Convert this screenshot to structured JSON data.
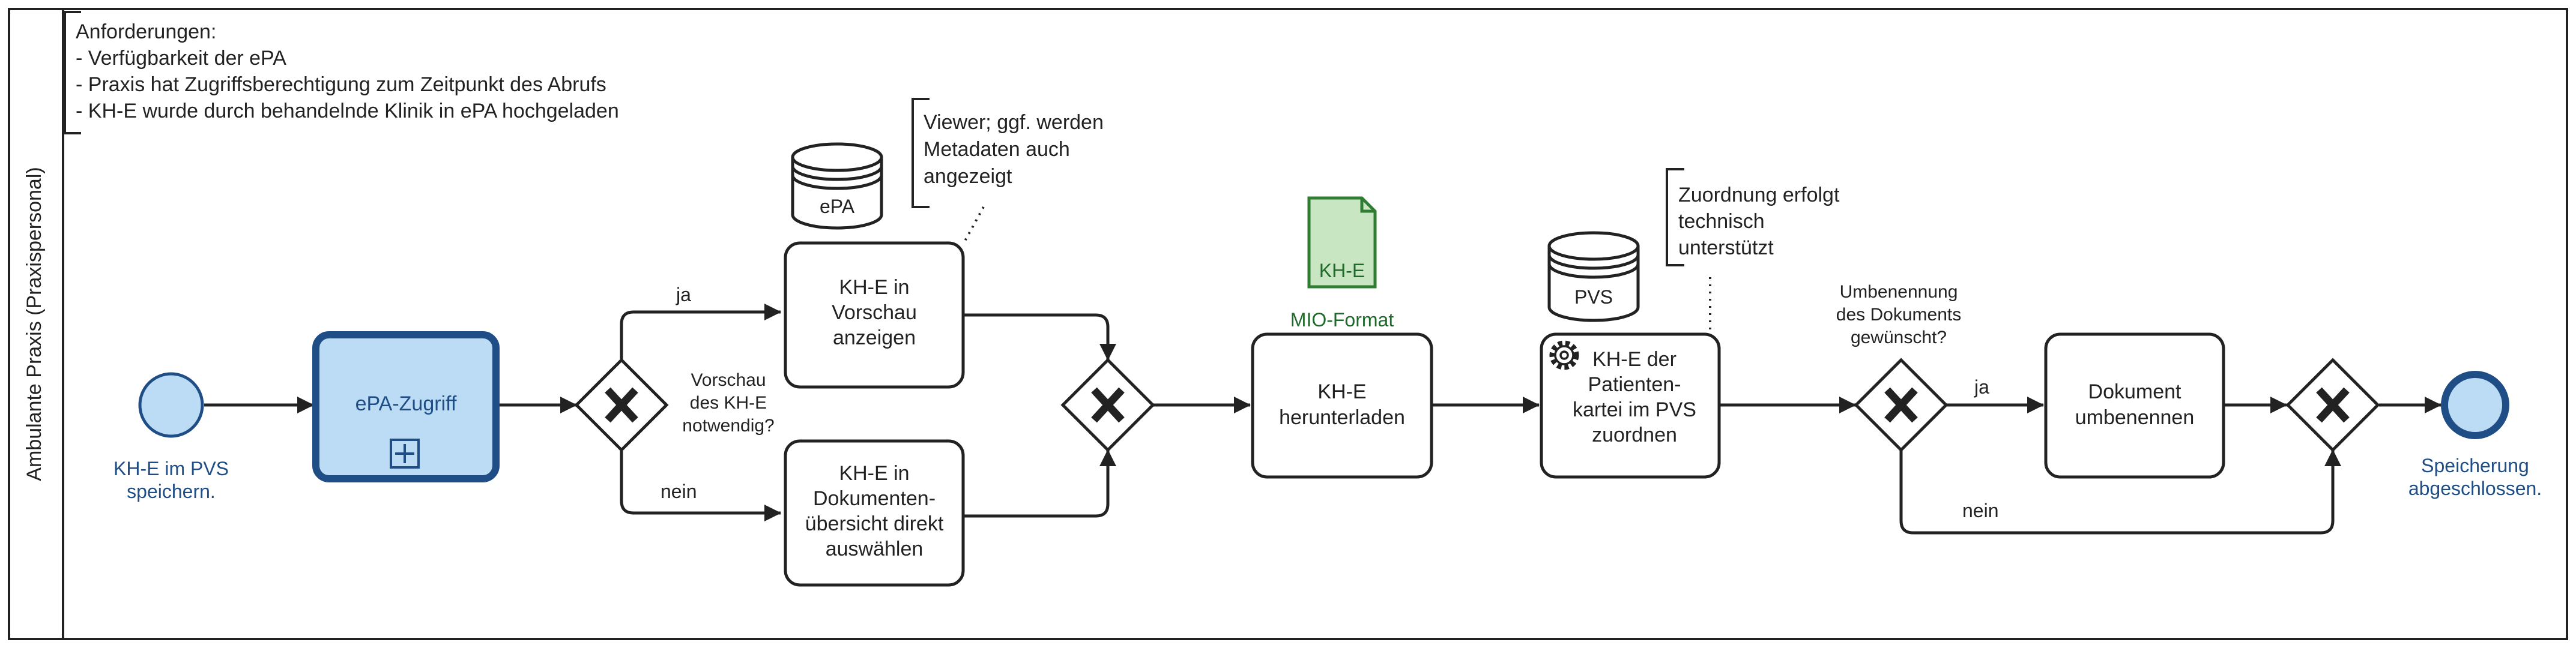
{
  "lane": {
    "label": "Ambulante Praxis (Praxispersonal)"
  },
  "requirements": {
    "lines": [
      "Anforderungen:",
      "- Verfügbarkeit der ePA",
      "- Praxis hat Zugriffsberechtigung zum Zeitpunkt des Abrufs",
      "- KH-E wurde durch behandelnde Klinik in ePA hochgeladen"
    ]
  },
  "start_event": {
    "label_lines": [
      "KH-E im PVS",
      "speichern."
    ]
  },
  "subprocess": {
    "label": "ePA-Zugriff"
  },
  "gateway1": {
    "question_lines": [
      "Vorschau",
      "des KH-E",
      "notwendig?"
    ],
    "yes_label": "ja",
    "no_label": "nein"
  },
  "task_preview": {
    "label_lines": [
      "KH-E in",
      "Vorschau",
      "anzeigen"
    ]
  },
  "task_select": {
    "label_lines": [
      "KH-E in",
      "Dokumenten-",
      "übersicht direkt",
      "auswählen"
    ]
  },
  "datastore_epa": {
    "label": "ePA"
  },
  "annotation_viewer": {
    "lines": [
      "Viewer; ggf. werden",
      "Metadaten auch",
      "angezeigt"
    ]
  },
  "data_object": {
    "label": "KH-E",
    "caption": "MIO-Format"
  },
  "task_download": {
    "label_lines": [
      "KH-E",
      "herunterladen"
    ]
  },
  "task_assign": {
    "label_lines": [
      "KH-E der",
      "Patienten-",
      "kartei im PVS",
      "zuordnen"
    ]
  },
  "datastore_pvs": {
    "label": "PVS"
  },
  "annotation_assign": {
    "lines": [
      "Zuordnung erfolgt",
      "technisch",
      "unterstützt"
    ]
  },
  "gateway3": {
    "question_lines": [
      "Umbenennung",
      "des Dokuments",
      "gewünscht?"
    ],
    "yes_label": "ja",
    "no_label": "nein"
  },
  "task_rename": {
    "label_lines": [
      "Dokument",
      "umbenennen"
    ]
  },
  "end_event": {
    "label_lines": [
      "Speicherung",
      "abgeschlossen."
    ]
  },
  "colors": {
    "stroke": "#222222",
    "event_fill": "#bcdcf5",
    "event_stroke": "#1f4e86",
    "subprocess_fill": "#bcdcf5",
    "subprocess_stroke": "#1f4e86",
    "data_object_fill": "#c9e6c3",
    "data_object_stroke": "#2e7d32",
    "blue_text": "#1f4e86",
    "green_text": "#1e6a2a"
  },
  "icons": {
    "gateway": "exclusive-gateway-x-icon",
    "subprocess_marker": "collapsed-subprocess-plus-icon",
    "service_task": "gear-icon",
    "datastore": "database-cylinder-icon",
    "data_object": "document-icon"
  }
}
